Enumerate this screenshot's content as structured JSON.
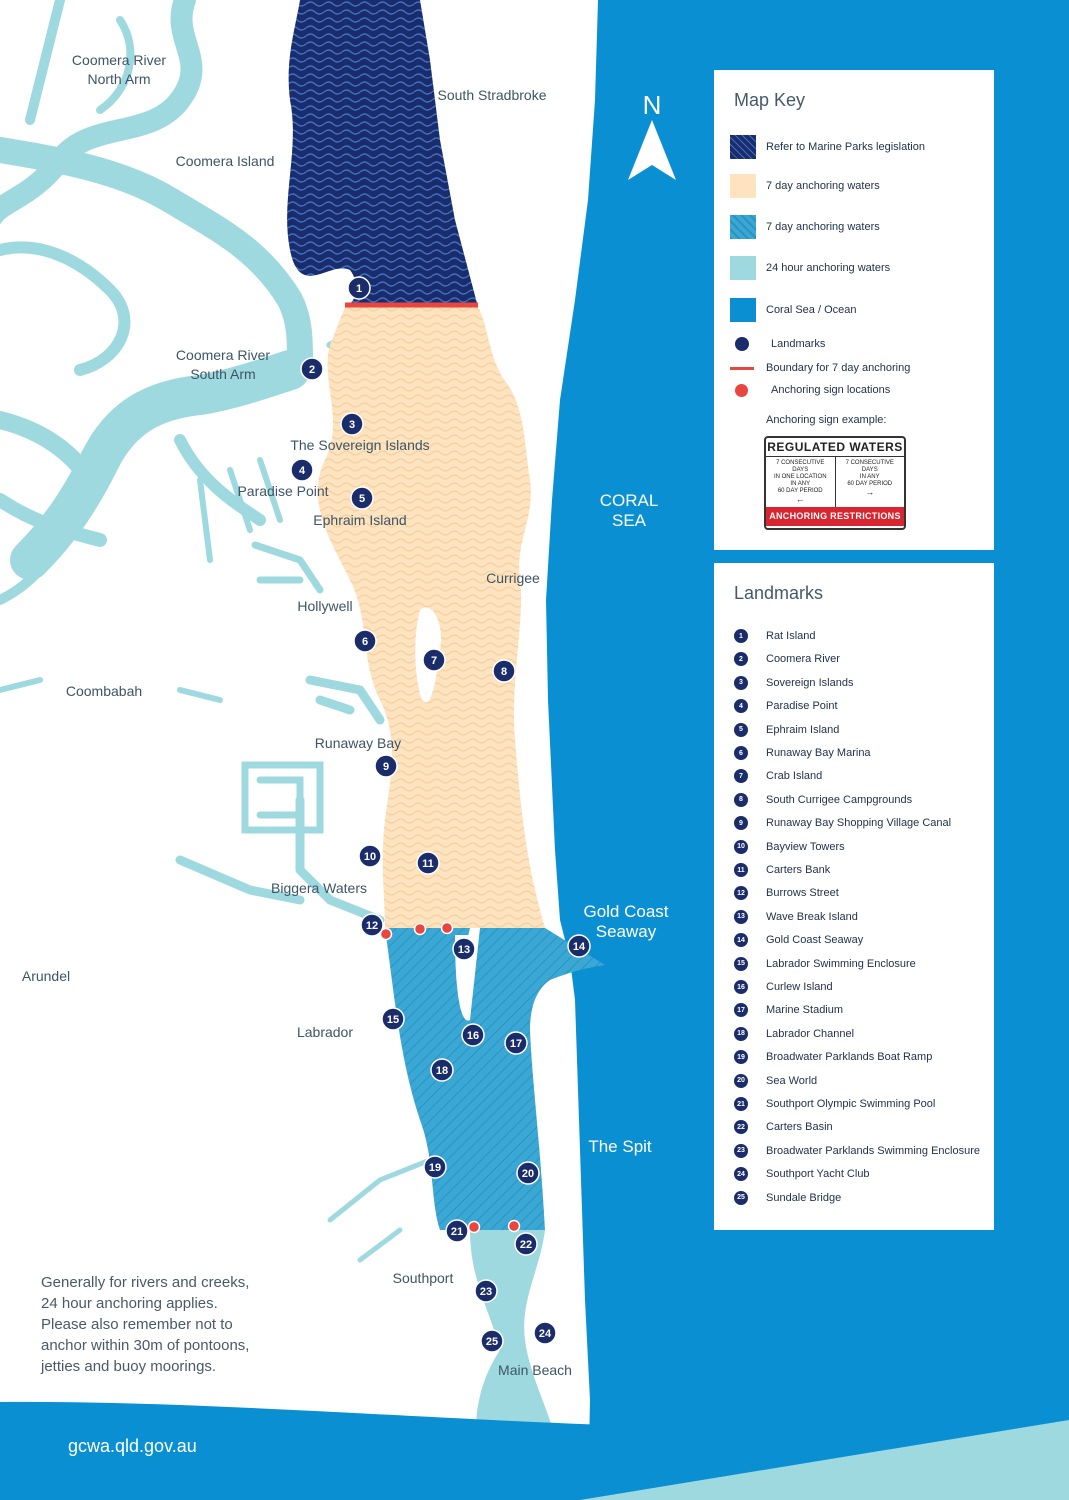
{
  "north_label": "N",
  "place_labels": [
    {
      "id": "coomera-north-1",
      "text": "Coomera River"
    },
    {
      "id": "coomera-north-2",
      "text": "North Arm"
    },
    {
      "id": "south-stradbroke",
      "text": "South Stradbroke"
    },
    {
      "id": "coomera-island",
      "text": "Coomera Island"
    },
    {
      "id": "coomera-south-1",
      "text": "Coomera River"
    },
    {
      "id": "coomera-south-2",
      "text": "South Arm"
    },
    {
      "id": "sovereign",
      "text": "The Sovereign Islands"
    },
    {
      "id": "paradise",
      "text": "Paradise Point"
    },
    {
      "id": "ephraim",
      "text": "Ephraim Island"
    },
    {
      "id": "currigee",
      "text": "Currigee"
    },
    {
      "id": "hollywell",
      "text": "Hollywell"
    },
    {
      "id": "coombabah",
      "text": "Coombabah"
    },
    {
      "id": "runaway",
      "text": "Runaway Bay"
    },
    {
      "id": "biggera",
      "text": "Biggera Waters"
    },
    {
      "id": "arundel",
      "text": "Arundel"
    },
    {
      "id": "labrador",
      "text": "Labrador"
    },
    {
      "id": "southport",
      "text": "Southport"
    },
    {
      "id": "main-beach",
      "text": "Main Beach"
    },
    {
      "id": "the-spit",
      "text": "The Spit"
    }
  ],
  "sea_labels": {
    "coral_1": "CORAL",
    "coral_2": "SEA",
    "seaway_1": "Gold Coast",
    "seaway_2": "Seaway"
  },
  "map_key": {
    "title": "Map Key",
    "items": [
      {
        "label": "Refer to Marine Parks legislation",
        "swatch": "marine",
        "color": "#1b2c6b"
      },
      {
        "label": "7 day anchoring waters",
        "swatch": "sand",
        "color": "#fde3c0"
      },
      {
        "label": "7 day anchoring waters",
        "swatch": "hatch",
        "color": "#3aa7d4"
      },
      {
        "label": "24 hour anchoring waters",
        "swatch": "light",
        "color": "#9fd9e0"
      },
      {
        "label": "Coral Sea / Ocean",
        "swatch": "ocean",
        "color": "#0a90d2"
      },
      {
        "label": "Landmarks",
        "swatch": "dot",
        "color": "#1b2c6b"
      },
      {
        "label": "Boundary for 7 day anchoring",
        "swatch": "line",
        "color": "#e8463f"
      },
      {
        "label": "Anchoring sign locations",
        "swatch": "reddot",
        "color": "#e8463f"
      }
    ],
    "sign_example_label": "Anchoring sign example:",
    "sign": {
      "header": "REGULATED WATERS",
      "left_lines": [
        "7 CONSECUTIVE",
        "DAYS",
        "IN ONE LOCATION",
        "IN ANY",
        "60 DAY PERIOD"
      ],
      "right_lines": [
        "7 CONSECUTIVE",
        "DAYS",
        "IN ANY",
        "60 DAY PERIOD"
      ],
      "footer": "ANCHORING RESTRICTIONS"
    }
  },
  "landmarks": {
    "title": "Landmarks",
    "items": [
      {
        "n": "1",
        "label": "Rat Island"
      },
      {
        "n": "2",
        "label": "Coomera River"
      },
      {
        "n": "3",
        "label": "Sovereign Islands"
      },
      {
        "n": "4",
        "label": "Paradise Point"
      },
      {
        "n": "5",
        "label": "Ephraim Island"
      },
      {
        "n": "6",
        "label": "Runaway Bay Marina"
      },
      {
        "n": "7",
        "label": "Crab Island"
      },
      {
        "n": "8",
        "label": "South Currigee Campgrounds"
      },
      {
        "n": "9",
        "label": "Runaway Bay Shopping Village Canal"
      },
      {
        "n": "10",
        "label": "Bayview Towers"
      },
      {
        "n": "11",
        "label": "Carters Bank"
      },
      {
        "n": "12",
        "label": "Burrows Street"
      },
      {
        "n": "13",
        "label": "Wave Break Island"
      },
      {
        "n": "14",
        "label": "Gold Coast Seaway"
      },
      {
        "n": "15",
        "label": "Labrador Swimming Enclosure"
      },
      {
        "n": "16",
        "label": "Curlew Island"
      },
      {
        "n": "17",
        "label": "Marine Stadium"
      },
      {
        "n": "18",
        "label": "Labrador Channel"
      },
      {
        "n": "19",
        "label": "Broadwater Parklands Boat Ramp"
      },
      {
        "n": "20",
        "label": "Sea World"
      },
      {
        "n": "21",
        "label": "Southport Olympic Swimming Pool"
      },
      {
        "n": "22",
        "label": "Carters Basin"
      },
      {
        "n": "23",
        "label": "Broadwater Parklands Swimming Enclosure"
      },
      {
        "n": "24",
        "label": "Southport Yacht Club"
      },
      {
        "n": "25",
        "label": "Sundale Bridge"
      }
    ]
  },
  "note_lines": [
    "Generally for rivers and creeks,",
    "24 hour anchoring applies.",
    "Please also remember not to",
    "anchor within 30m of pontoons,",
    "jetties and buoy moorings."
  ],
  "footer_url": "gcwa.qld.gov.au"
}
